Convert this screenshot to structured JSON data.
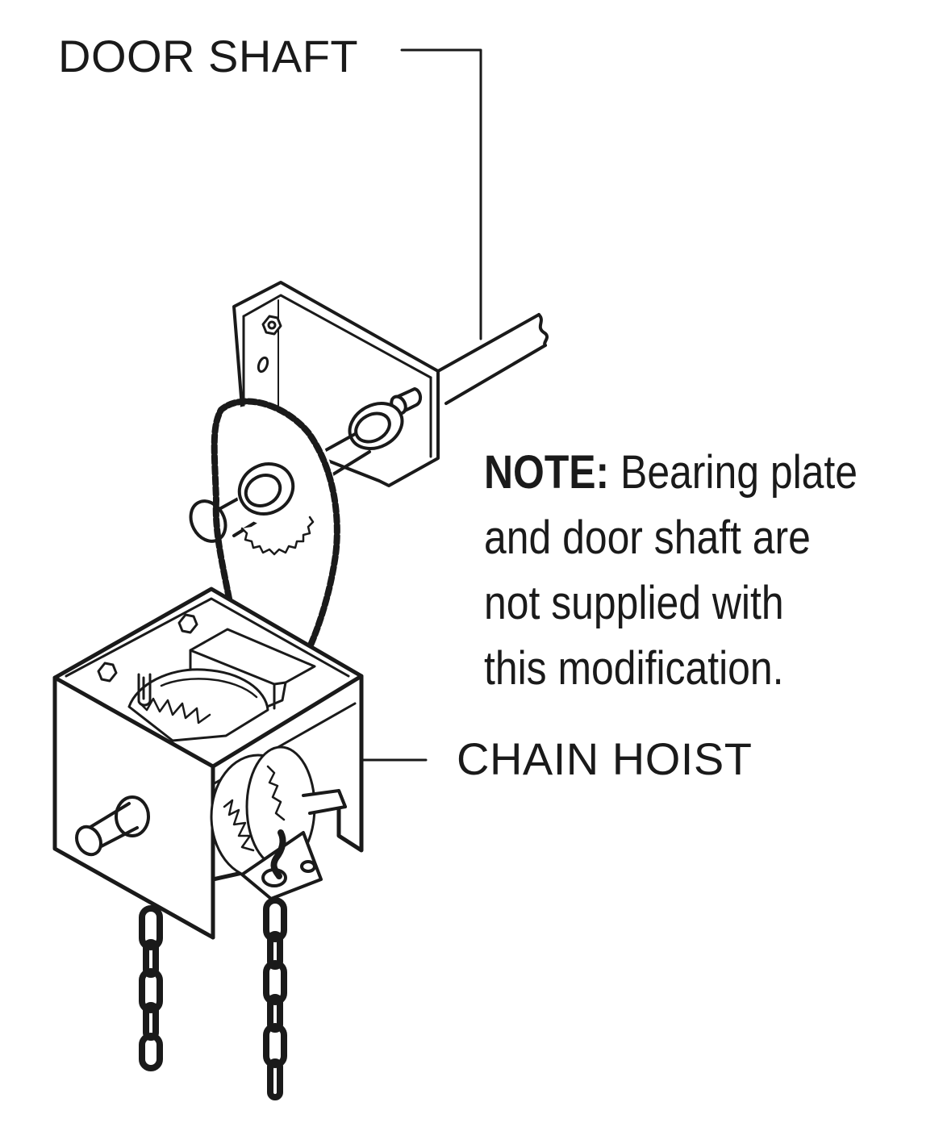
{
  "labels": {
    "door_shaft": "DOOR SHAFT",
    "chain_hoist": "CHAIN HOIST"
  },
  "note": {
    "key": "NOTE:",
    "line1_rest": "Bearing plate",
    "line2": "and door shaft are",
    "line3": "not supplied with",
    "line4": "this modification."
  },
  "colors": {
    "ink": "#1a1a1a",
    "paper": "#ffffff"
  }
}
